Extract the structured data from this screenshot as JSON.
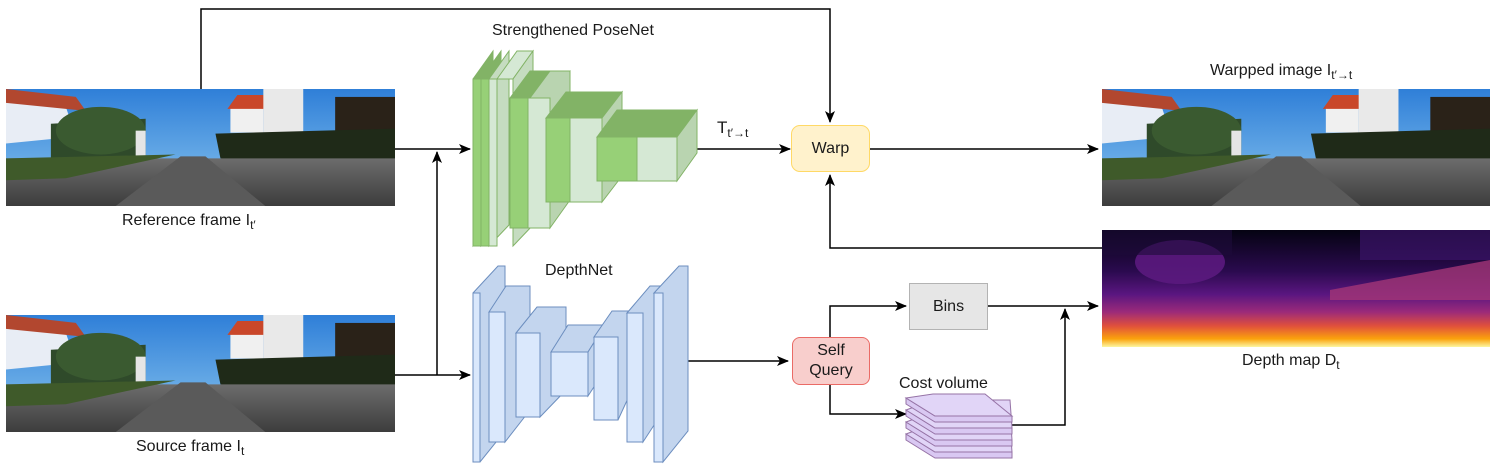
{
  "diagram": {
    "inputs": {
      "reference_frame": {
        "label": "Reference frame I",
        "sub": "t′"
      },
      "source_frame": {
        "label": "Source frame I",
        "sub": "t"
      }
    },
    "networks": {
      "posenet": {
        "label": "Strengthened PoseNet",
        "colors": {
          "dark": "#97d077",
          "light": "#d5e8d4",
          "stroke": "#82b366"
        }
      },
      "depthnet": {
        "label": "DepthNet",
        "colors": {
          "fill": "#dae8fc",
          "side": "#c3d5ee",
          "stroke": "#6c8ebf"
        }
      }
    },
    "pose_output": {
      "label": "T",
      "sub": "t′→t"
    },
    "blocks": {
      "warp": {
        "label": "Warp",
        "fill": "#fff2cc",
        "stroke": "#ffd966"
      },
      "self_query": {
        "line1": "Self",
        "line2": "Query",
        "fill": "#f8cecc",
        "stroke": "#ea6b66"
      },
      "bins": {
        "label": "Bins",
        "fill": "#e6e6e6",
        "stroke": "#b3b3b3"
      },
      "cost_volume": {
        "label": "Cost volume",
        "fill": "#e1d5f7",
        "stroke": "#9673a6"
      }
    },
    "outputs": {
      "warped_image": {
        "label": "Warpped image I",
        "sub": "t′→t"
      },
      "depth_map": {
        "label": "Depth map D",
        "sub": "t"
      }
    }
  }
}
